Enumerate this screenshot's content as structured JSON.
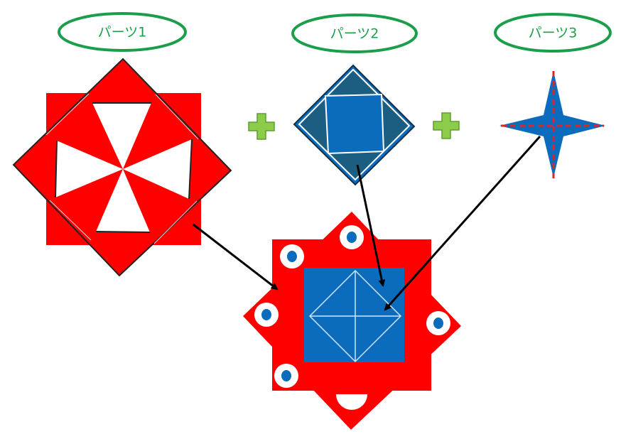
{
  "labels": {
    "part1": "パーツ1",
    "part2": "パーツ2",
    "part3": "パーツ3"
  },
  "colors": {
    "red": "#ff0000",
    "blue": "#0b6bbd",
    "dark_blue": "#1b5e82",
    "green": "#1a9e4a",
    "plus": "#8ccc4a"
  },
  "icons": [
    "plus-icon",
    "plus-icon"
  ]
}
